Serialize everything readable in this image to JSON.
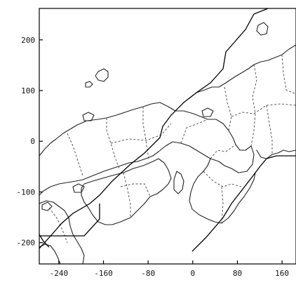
{
  "map": {
    "x_axis": {
      "range": [
        -275,
        185
      ],
      "ticks": [
        {
          "value": -240,
          "label": "-240"
        },
        {
          "value": -160,
          "label": "-160"
        },
        {
          "value": -80,
          "label": "-80"
        },
        {
          "value": 0,
          "label": "0"
        },
        {
          "value": 80,
          "label": "80"
        },
        {
          "value": 160,
          "label": "160"
        }
      ]
    },
    "y_axis": {
      "range": [
        -242,
        262
      ],
      "ticks": [
        {
          "value": 200,
          "label": "200"
        },
        {
          "value": 100,
          "label": "100"
        },
        {
          "value": 0,
          "label": "0"
        },
        {
          "value": -100,
          "label": "-100"
        },
        {
          "value": -200,
          "label": "-200"
        }
      ]
    },
    "colors": {
      "background": "#ffffff",
      "ink": "#000000"
    }
  }
}
